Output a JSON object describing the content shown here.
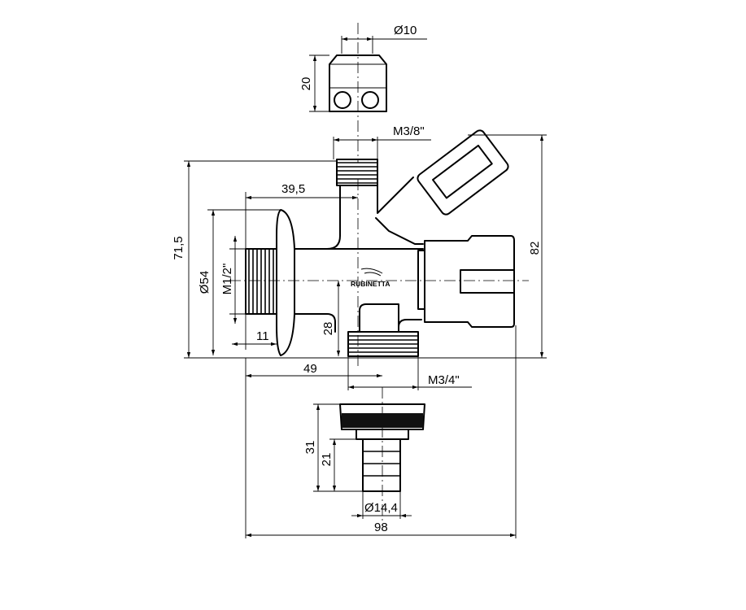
{
  "dimensions": {
    "d_top_insert": "Ø10",
    "h_top_insert": "20",
    "thread_top": "M3/8\"",
    "flange_offset": "39,5",
    "total_height_left": "71,5",
    "total_height_right": "82",
    "flange_diameter": "Ø54",
    "thread_left": "M1/2\"",
    "thread_length": "11",
    "outlet_offset": "28",
    "outlet_distance": "49",
    "thread_bottom": "M3/4\"",
    "nut_height": "31",
    "hose_length": "21",
    "hose_diameter": "Ø14,4",
    "total_width": "98"
  },
  "brand": "RUBINETTA"
}
